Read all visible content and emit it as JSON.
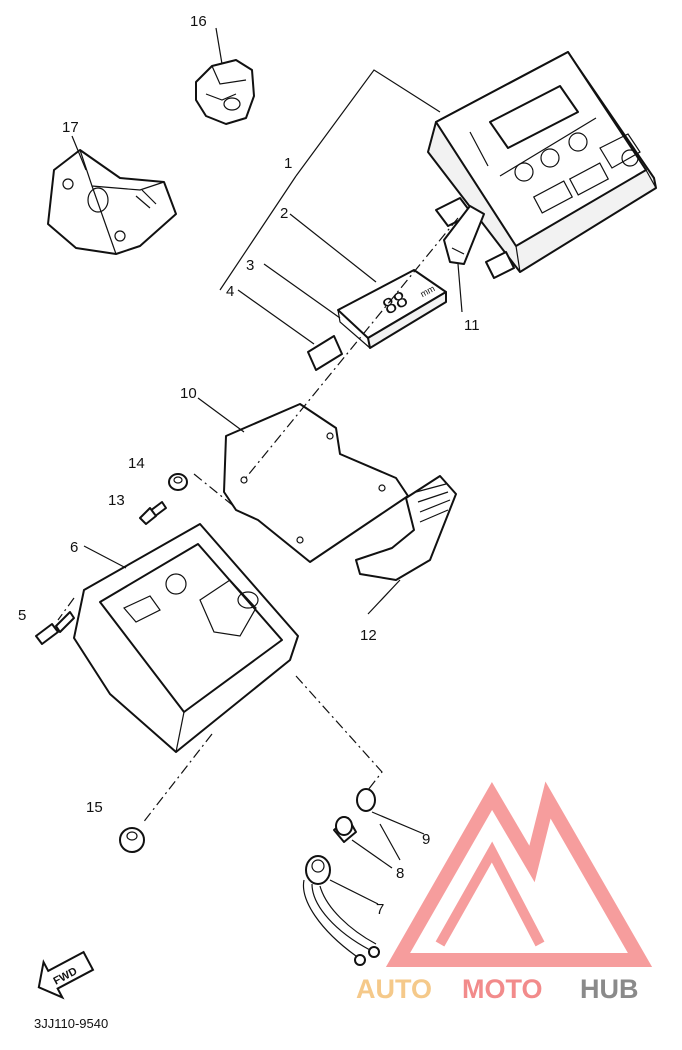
{
  "diagram": {
    "callouts": [
      "1",
      "2",
      "3",
      "4",
      "5",
      "6",
      "7",
      "8",
      "9",
      "10",
      "11",
      "12",
      "13",
      "14",
      "15",
      "16",
      "17"
    ],
    "part_code": "3JJ110-9540",
    "fwd_label": "FWD",
    "lcd_digits": "88",
    "lcd_suffix": "mm"
  },
  "watermark": {
    "word1": "AUTO",
    "word2": "MOTO",
    "word3": "HUB",
    "colors": {
      "auto": "#f5c98a",
      "moto": "#f28b8b",
      "hub": "#8a8a8a",
      "logo": "#f58c8c"
    }
  }
}
